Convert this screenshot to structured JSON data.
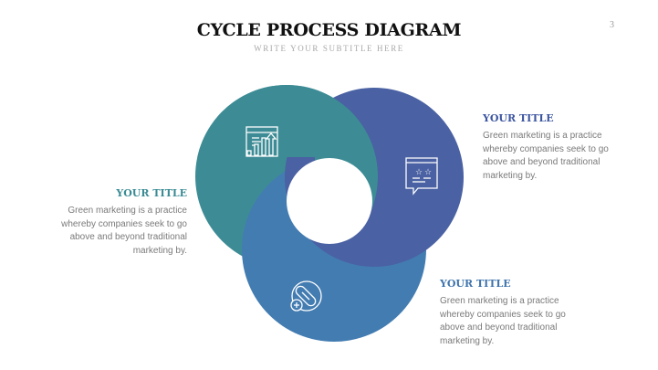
{
  "header": {
    "title": "CYCLE PROCESS DIAGRAM",
    "subtitle": "WRITE YOUR SUBTITLE HERE",
    "page_number": "3"
  },
  "colors": {
    "teal": "#3d8c95",
    "purple": "#4a61a3",
    "blue": "#437cb1"
  },
  "blocks": [
    {
      "title": "YOUR TITLE",
      "text": "Green marketing is a practice whereby companies seek to go above and beyond traditional marketing by.",
      "color": "#3a8b94"
    },
    {
      "title": "YOUR TITLE",
      "text": "Green marketing is a practice whereby companies seek to go above and beyond traditional marketing by.",
      "color": "#3c55a0"
    },
    {
      "title": "YOUR TITLE",
      "text": "Green marketing is a practice whereby companies seek to go above and beyond traditional marketing by.",
      "color": "#3f74ad"
    }
  ],
  "icons": [
    "analytics-chart-icon",
    "rating-review-icon",
    "pill-medicine-icon"
  ]
}
